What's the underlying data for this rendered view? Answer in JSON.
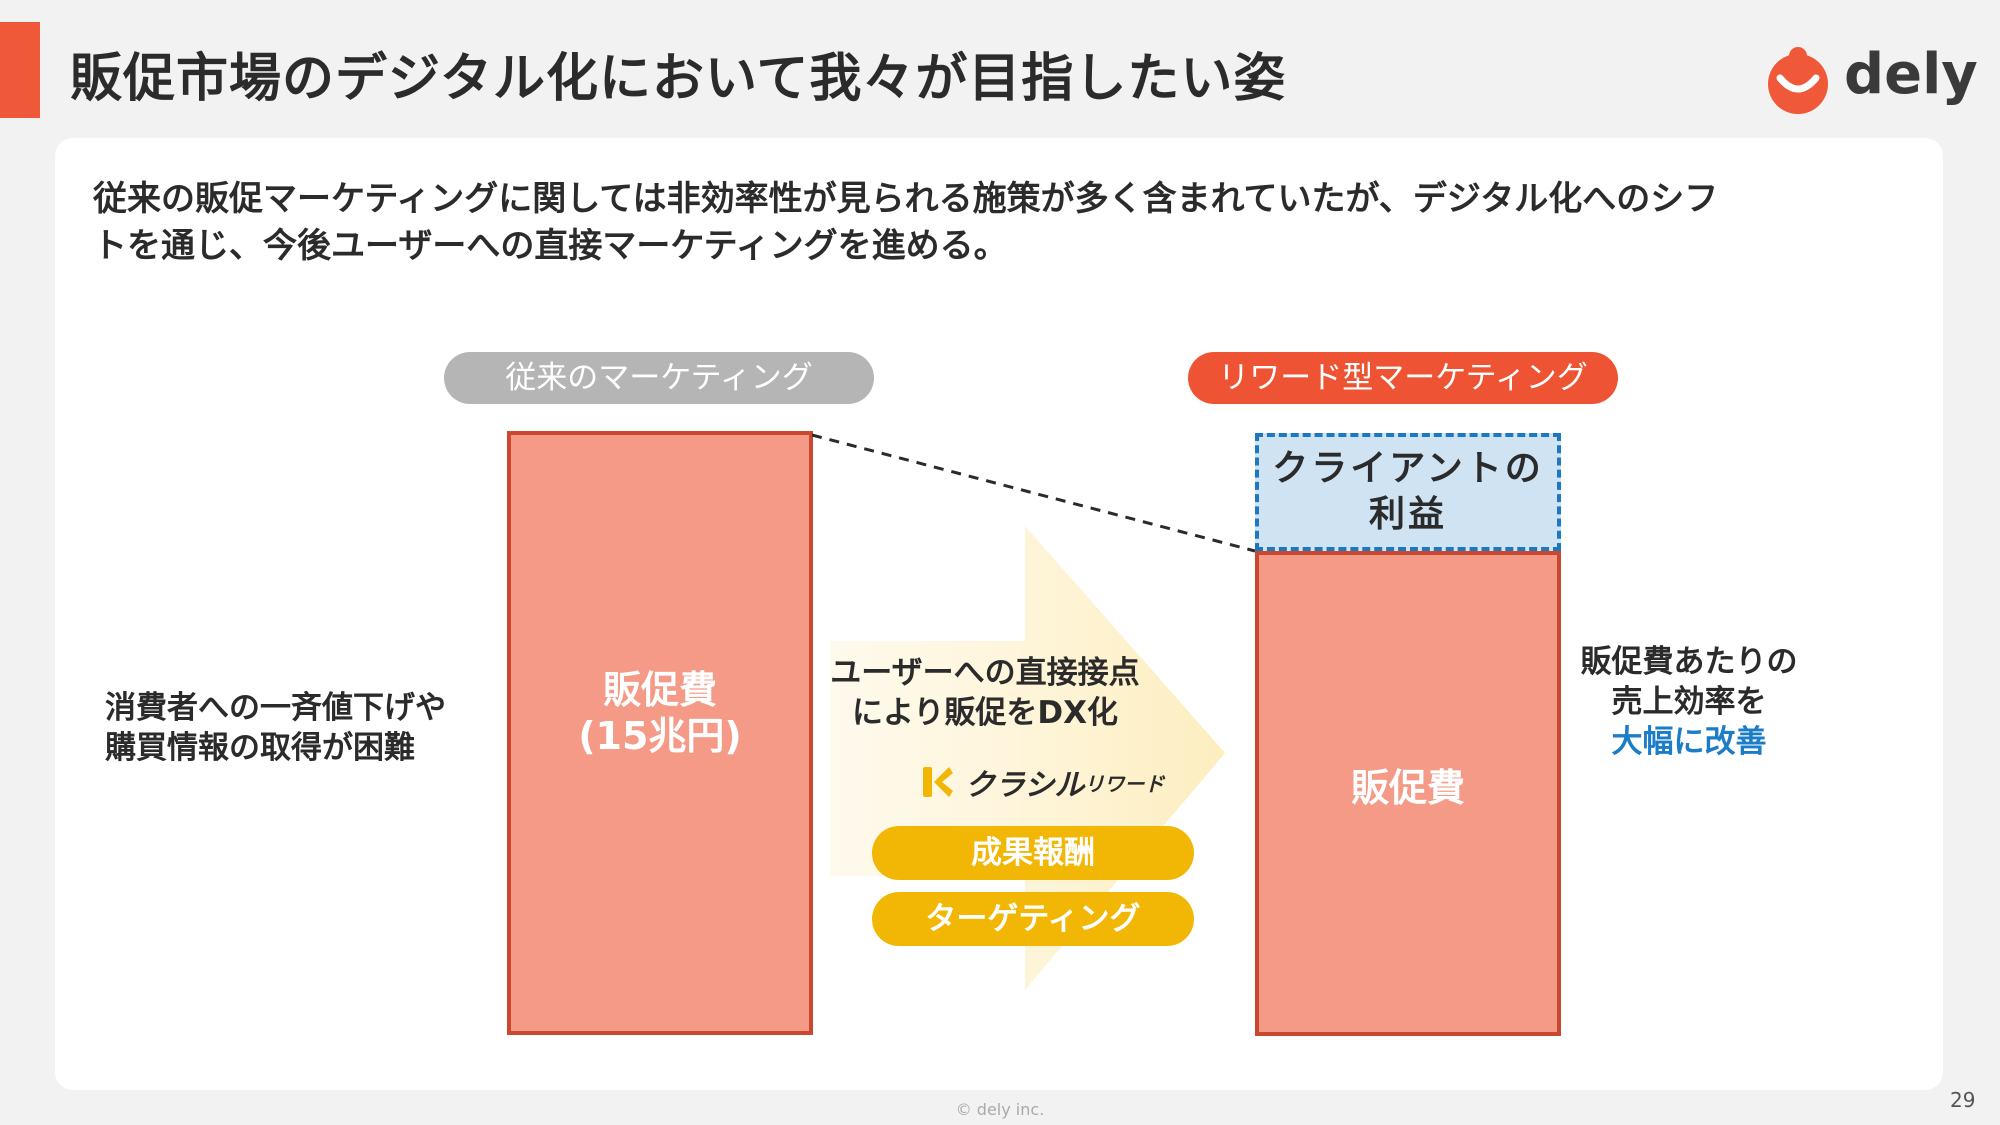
{
  "slide": {
    "title": "販促市場のデジタル化において我々が目指したい姿",
    "intro_line1": "従来の販促マーケティングに関しては非効率性が見られる施策が多く含まれていたが、デジタル化へのシフ",
    "intro_line2": "トを通じ、今後ユーザーへの直接マーケティングを進める。",
    "footer": "© dely inc.",
    "page_number": "29"
  },
  "logo": {
    "text": "dely",
    "icon": "dely-mark-icon",
    "color": "#f0583a"
  },
  "left": {
    "pill": "従来のマーケティング",
    "bar_label_1": "販促費",
    "bar_label_2": "(15兆円)",
    "side_line1": "消費者への一斉値下げや",
    "side_line2": "購買情報の取得が困難"
  },
  "middle": {
    "text_line1": "ユーザーへの直接接点",
    "text_line2": "により販促をDX化",
    "brand_name": "クラシル",
    "brand_sub": "リワード",
    "brand_icon": "kurashiru-k-icon",
    "pill_1": "成果報酬",
    "pill_2": "ターゲティング"
  },
  "right": {
    "pill": "リワード型マーケティング",
    "profit_line1": "クライアントの",
    "profit_line2": "利益",
    "bar_label": "販促費",
    "side_line1": "販促費あたりの",
    "side_line2": "売上効率を",
    "side_highlight": "大幅に改善"
  },
  "colors": {
    "accent": "#f0583a",
    "bar_fill": "#f49a86",
    "bar_border": "#c9482e",
    "profit_fill": "#cfe3f3",
    "profit_border": "#1d78c1",
    "pill_gray": "#b5b5b5",
    "pill_red": "#ee5433",
    "pill_yellow": "#f2b705",
    "highlight": "#1b7cc7"
  }
}
